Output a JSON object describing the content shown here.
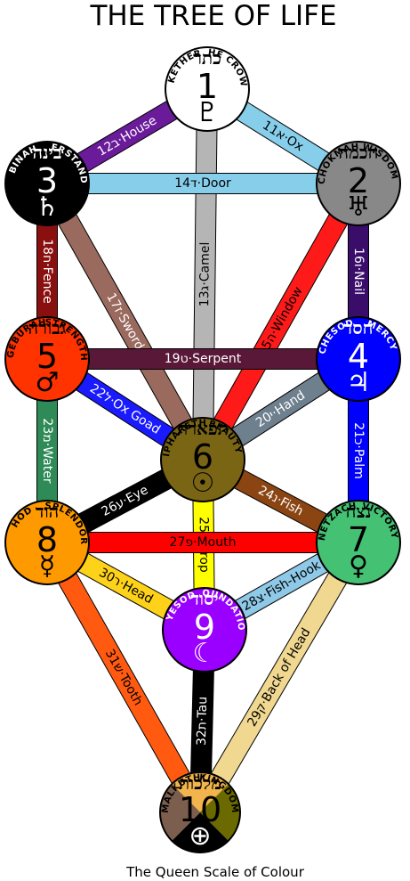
{
  "title": "THE TREE OF LIFE",
  "caption": "The Queen Scale of Colour",
  "sephiroth": [
    {
      "id": 1,
      "number": "1",
      "name": "KETHER",
      "meaning": "THE CROWN",
      "hebrew": "כתר",
      "symbol": "♇",
      "fill": "#ffffff",
      "text_color": "#000000"
    },
    {
      "id": 2,
      "number": "2",
      "name": "CHOKMAH",
      "meaning": "WISDOM",
      "hebrew": "חכמה",
      "symbol": "♅",
      "fill": "#888888",
      "text_color": "#000000"
    },
    {
      "id": 3,
      "number": "3",
      "name": "BINAH",
      "meaning": "UNDERSTANDING",
      "hebrew": "בינה",
      "symbol": "♄",
      "fill": "#000000",
      "text_color": "#ffffff"
    },
    {
      "id": 4,
      "number": "4",
      "name": "CHESOD",
      "meaning": "MERCY",
      "hebrew": "חסד",
      "symbol": "♃",
      "fill": "#0000ff",
      "text_color": "#ffffff"
    },
    {
      "id": 5,
      "number": "5",
      "name": "GEBURAH",
      "meaning": "STRENGTH",
      "hebrew": "גבורה",
      "symbol": "♂",
      "fill": "#ff3300",
      "text_color": "#000000"
    },
    {
      "id": 6,
      "number": "6",
      "name": "TIPHARETH",
      "meaning": "BEAUTY",
      "hebrew": "תפארת",
      "symbol": "☉",
      "fill": "#7a6514",
      "text_color": "#000000"
    },
    {
      "id": 7,
      "number": "7",
      "name": "NETZACH",
      "meaning": "VICTORY",
      "hebrew": "נצח",
      "symbol": "♀",
      "fill": "#44c173",
      "text_color": "#000000"
    },
    {
      "id": 8,
      "number": "8",
      "name": "HOD",
      "meaning": "SPLENDOR",
      "hebrew": "הוד",
      "symbol": "☿",
      "fill": "#ff9900",
      "text_color": "#000000"
    },
    {
      "id": 9,
      "number": "9",
      "name": "YESOD",
      "meaning": "FOUNDATION",
      "hebrew": "יסוד",
      "symbol": "☾",
      "fill": "#9900ff",
      "text_color": "#ffffff"
    },
    {
      "id": 10,
      "number": "10",
      "name": "MALKUTH",
      "meaning": "KINGDOM",
      "hebrew": "מלכות",
      "symbol": "⊕",
      "fill": "#f2b44d",
      "text_color": "#000000"
    }
  ],
  "malkuth_quarters": {
    "top": "#f2b44d",
    "left": "#7b5e4d",
    "right": "#6a6a00",
    "bottom": "#000000"
  },
  "paths": [
    {
      "number": 11,
      "from": 1,
      "to": 2,
      "label": "11א·Ox",
      "color": "#87ceeb",
      "text_color": "#000000"
    },
    {
      "number": 12,
      "from": 1,
      "to": 3,
      "label": "12ב·House",
      "color": "#6a1b9a",
      "text_color": "#ffffff"
    },
    {
      "number": 13,
      "from": 1,
      "to": 6,
      "label": "13ג·Camel",
      "color": "#b5b5b5",
      "text_color": "#000000"
    },
    {
      "number": 14,
      "from": 2,
      "to": 3,
      "label": "14ד·Door",
      "color": "#87ceeb",
      "text_color": "#000000"
    },
    {
      "number": 15,
      "from": 2,
      "to": 6,
      "label": "15ה·Window",
      "color": "#ff1a1a",
      "text_color": "#000000"
    },
    {
      "number": 16,
      "from": 2,
      "to": 4,
      "label": "16ו·Nail",
      "color": "#3b0d6b",
      "text_color": "#ffffff"
    },
    {
      "number": 17,
      "from": 3,
      "to": 6,
      "label": "17ז·Sword",
      "color": "#9a6a5e",
      "text_color": "#ffffff"
    },
    {
      "number": 18,
      "from": 3,
      "to": 5,
      "label": "18ח·Fence",
      "color": "#8a1010",
      "text_color": "#ffffff"
    },
    {
      "number": 19,
      "from": 4,
      "to": 5,
      "label": "19ט·Serpent",
      "color": "#5a1838",
      "text_color": "#ffffff"
    },
    {
      "number": 20,
      "from": 4,
      "to": 6,
      "label": "20י·Hand",
      "color": "#6e7f8e",
      "text_color": "#ffffff"
    },
    {
      "number": 21,
      "from": 4,
      "to": 7,
      "label": "21כ·Palm",
      "color": "#0000ff",
      "text_color": "#ffffff"
    },
    {
      "number": 22,
      "from": 5,
      "to": 6,
      "label": "22ל·Ox Goad",
      "color": "#1a1aff",
      "text_color": "#ffffff"
    },
    {
      "number": 23,
      "from": 5,
      "to": 8,
      "label": "23מ·Water",
      "color": "#2e8b57",
      "text_color": "#ffffff"
    },
    {
      "number": 24,
      "from": 6,
      "to": 7,
      "label": "24נ·Fish",
      "color": "#8b4513",
      "text_color": "#ffffff"
    },
    {
      "number": 25,
      "from": 6,
      "to": 9,
      "label": "25ס·Prop",
      "color": "#ffff00",
      "text_color": "#000000"
    },
    {
      "number": 26,
      "from": 6,
      "to": 8,
      "label": "26ע·Eye",
      "color": "#000000",
      "text_color": "#ffffff"
    },
    {
      "number": 27,
      "from": 7,
      "to": 8,
      "label": "27פ·Mouth",
      "color": "#ff0000",
      "text_color": "#000000"
    },
    {
      "number": 28,
      "from": 7,
      "to": 9,
      "label": "28צ·Fish-Hook",
      "color": "#8fc9e8",
      "text_color": "#000000"
    },
    {
      "number": 29,
      "from": 7,
      "to": 10,
      "label": "29ק·Back of Head",
      "color": "#f0d890",
      "text_color": "#000000"
    },
    {
      "number": 30,
      "from": 8,
      "to": 9,
      "label": "30ר·Head",
      "color": "#ffd21a",
      "text_color": "#000000"
    },
    {
      "number": 31,
      "from": 8,
      "to": 10,
      "label": "31ש·Tooth",
      "color": "#ff5a10",
      "text_color": "#000000"
    },
    {
      "number": 32,
      "from": 9,
      "to": 10,
      "label": "32ת·Tau",
      "color": "#000000",
      "text_color": "#ffffff"
    }
  ]
}
